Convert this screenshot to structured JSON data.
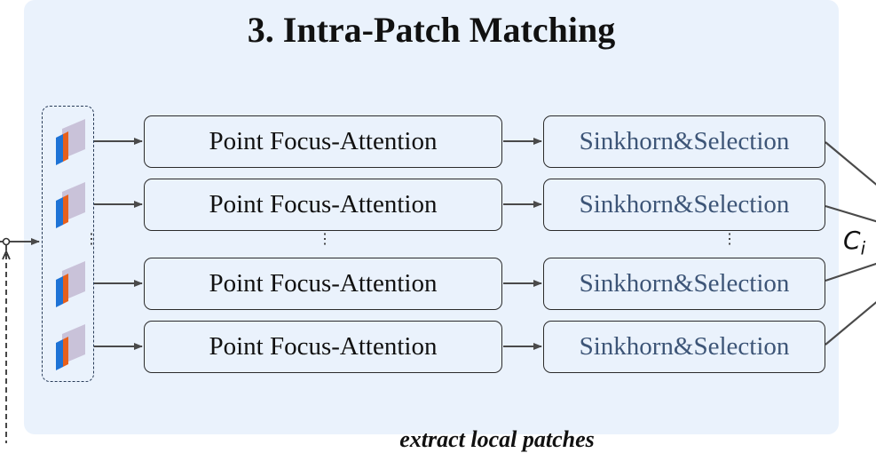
{
  "title": "3. Intra-Patch Matching",
  "rows": [
    {
      "attention": "Point Focus-Attention",
      "selection": "Sinkhorn&Selection"
    },
    {
      "attention": "Point Focus-Attention",
      "selection": "Sinkhorn&Selection"
    },
    {
      "attention": "Point Focus-Attention",
      "selection": "Sinkhorn&Selection"
    },
    {
      "attention": "Point Focus-Attention",
      "selection": "Sinkhorn&Selection"
    }
  ],
  "ellipsis": "⋮",
  "output_symbol": "C",
  "output_subscript": "i",
  "bottom_caption": "extract local patches",
  "colors": {
    "panel": "#eaf2fc",
    "patch_blue": "#1e73d6",
    "patch_orange": "#e8601c",
    "patch_back": "#c9c2d9",
    "selection_text": "#3d5577"
  }
}
